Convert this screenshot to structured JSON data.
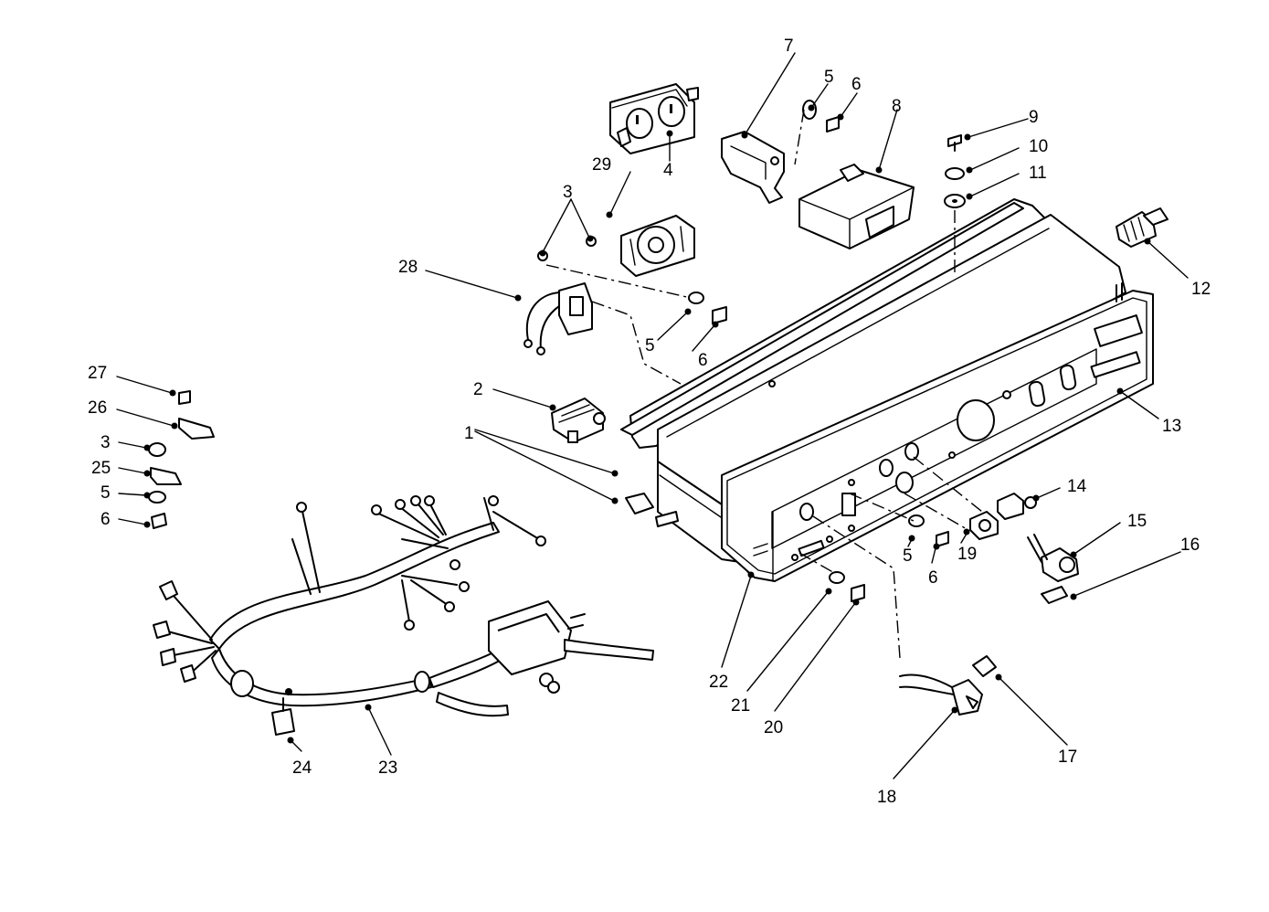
{
  "callouts": [
    "1",
    "2",
    "3",
    "4",
    "5",
    "6",
    "7",
    "8",
    "9",
    "10",
    "11",
    "12",
    "13",
    "14",
    "15",
    "16",
    "17",
    "18",
    "19",
    "20",
    "21",
    "22",
    "23",
    "24",
    "25",
    "26",
    "27",
    "28",
    "29"
  ],
  "labels": {
    "c1": "1",
    "c2": "2",
    "c3a": "3",
    "c3b": "3",
    "c4": "4",
    "c5a": "5",
    "c5b": "5",
    "c5c": "5",
    "c5d": "5",
    "c6a": "6",
    "c6b": "6",
    "c6c": "6",
    "c6d": "6",
    "c7": "7",
    "c8": "8",
    "c9": "9",
    "c10": "10",
    "c11": "11",
    "c12": "12",
    "c13": "13",
    "c14": "14",
    "c15": "15",
    "c16": "16",
    "c17": "17",
    "c18": "18",
    "c19": "19",
    "c20": "20",
    "c21": "21",
    "c22": "22",
    "c23": "23",
    "c24": "24",
    "c25": "25",
    "c26": "26",
    "c27": "27",
    "c28": "28",
    "c29": "29"
  }
}
